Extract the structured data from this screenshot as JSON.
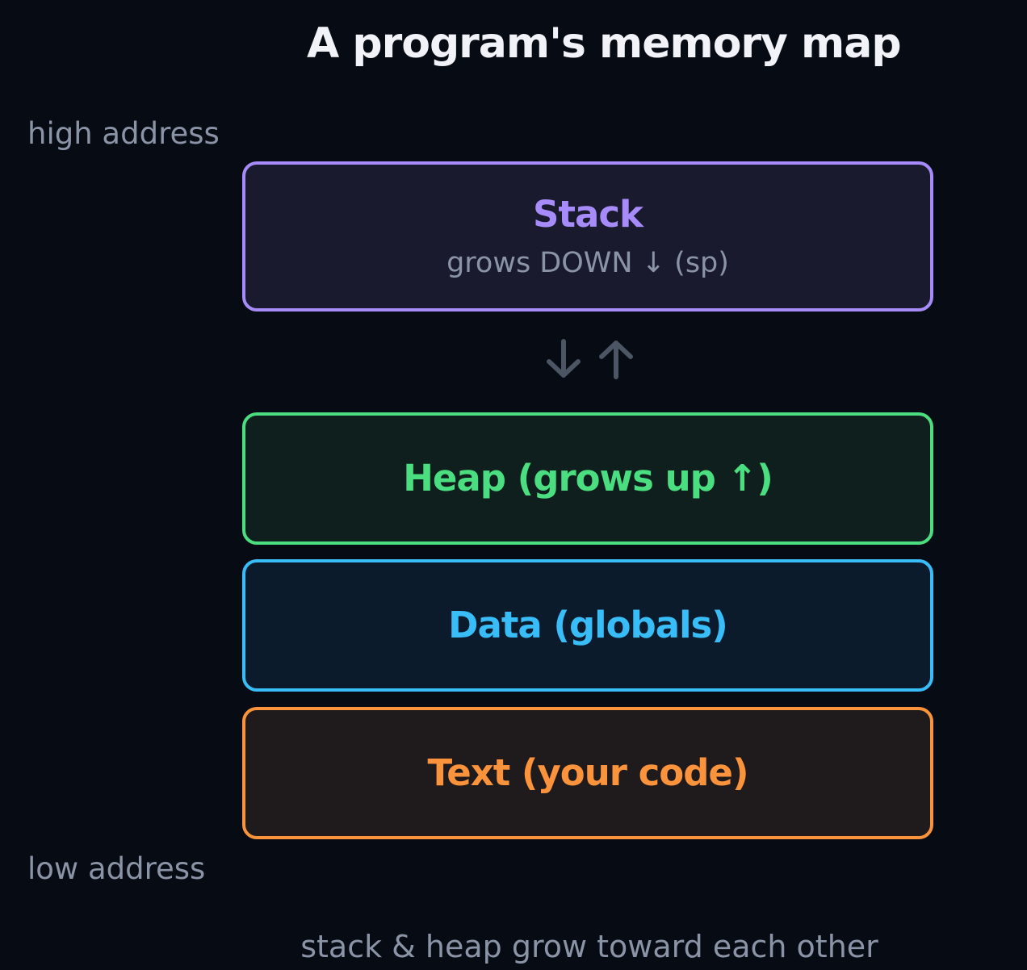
{
  "title": "A program's memory map",
  "address_labels": {
    "high": "high address",
    "low": "low address"
  },
  "segments": [
    {
      "name": "Stack",
      "subtitle": "grows DOWN ↓ (sp)",
      "color": "#a78bfa",
      "fill": "#1a1a2e"
    },
    {
      "name": "Heap (grows up ↑)",
      "color": "#4ade80",
      "fill": "#0e1f1d"
    },
    {
      "name": "Data (globals)",
      "color": "#38bdf8",
      "fill": "#0b1b2b"
    },
    {
      "name": "Text (your code)",
      "color": "#fb923c",
      "fill": "#1f1a1b"
    }
  ],
  "gap_arrows": {
    "icons": [
      "arrow-down-icon",
      "arrow-up-icon"
    ],
    "color": "#4b5563"
  },
  "footer_note": "stack & heap grow toward each other"
}
